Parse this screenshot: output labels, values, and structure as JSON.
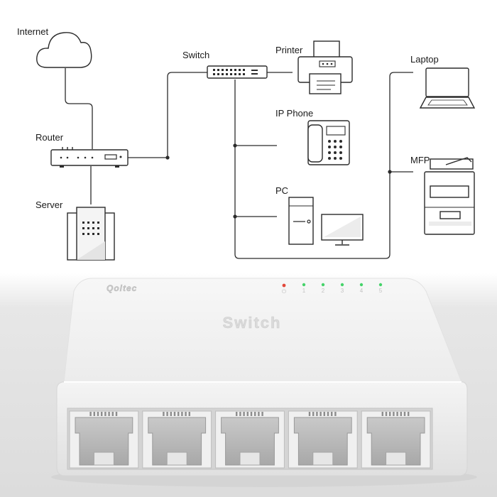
{
  "nodes": {
    "internet": "Internet",
    "router": "Router",
    "server": "Server",
    "switch": "Switch",
    "printer": "Printer",
    "ip_phone": "IP Phone",
    "pc": "PC",
    "laptop": "Laptop",
    "mfp": "MFP"
  },
  "device": {
    "brand": "Qoltec",
    "label": "Switch",
    "indicator_numbers": [
      "1",
      "2",
      "3",
      "4",
      "5"
    ],
    "port_count": 5
  },
  "colors": {
    "line": "#2b2b2b",
    "led_power": "#e2483a",
    "led_link": "#46d36a",
    "device_body": "#eeeeee"
  }
}
